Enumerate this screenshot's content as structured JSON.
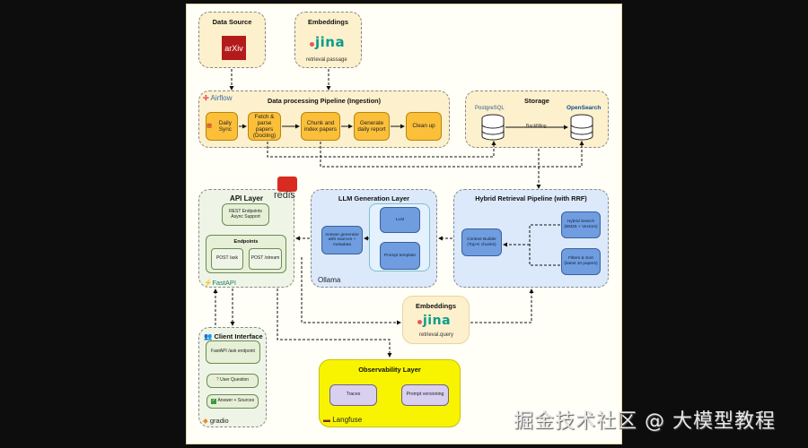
{
  "data_source": {
    "title": "Data Source",
    "logo": "arXiv"
  },
  "embeddings_top": {
    "title": "Embeddings",
    "logo": "jina",
    "model": "retrieval.passage"
  },
  "ingestion": {
    "title": "Data processing Pipeline (Ingestion)",
    "brand": "Airflow",
    "steps": [
      "Daily Sync",
      "Fetch & parse papers (Docling)",
      "Chunk and index papers",
      "Generate daily report",
      "Clean up"
    ]
  },
  "storage": {
    "title": "Storage",
    "db1": "PostgreSQL",
    "db2": "OpenSearch",
    "edge_label": "Backfilling"
  },
  "api": {
    "title": "API Layer",
    "cache_brand": "redis",
    "rest": "REST Endpoints Async Support",
    "endpoints_title": "Endpoints",
    "endpoints": [
      "POST /ask",
      "POST /stream"
    ],
    "brand": "FastAPI"
  },
  "llm": {
    "title": "LLM Generation Layer",
    "answer": "Answer generator with sources + metadata",
    "llm": "LLM",
    "prompt": "Prompt template",
    "brand": "Ollama"
  },
  "retrieval": {
    "title": "Hybrid Retrieval Pipeline (with RRF)",
    "context": "Context Builder (Top-K chunks)",
    "hybrid": "Hybrid Search (BM25 + Vectors)",
    "filters": "Filters & Sort (latest 10 papers)"
  },
  "embeddings_query": {
    "title": "Embeddings",
    "logo": "jina",
    "model": "retrieval.query"
  },
  "client": {
    "title": "Client Interface",
    "fastapi": "FastAPI /ask endpoint",
    "question": "User Question",
    "answer": "Answer + Sources",
    "brand": "gradio"
  },
  "observability": {
    "title": "Observability Layer",
    "traces": "Traces",
    "prompt_versioning": "Prompt versioning",
    "brand": "Langfuse"
  },
  "watermark": "掘金技术社区 @ 大模型教程"
}
